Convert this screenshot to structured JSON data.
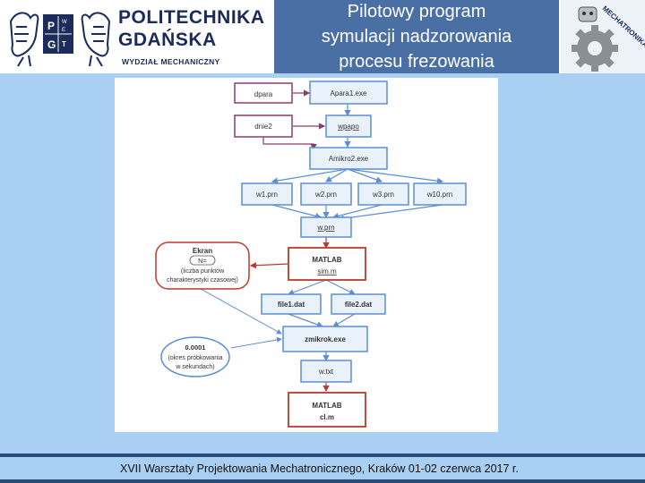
{
  "header": {
    "university_line1": "POLITECHNIKA",
    "university_line2": "GDAŃSKA",
    "department": "WYDZIAŁ MECHANICZNY",
    "logo_letters": [
      "P",
      "G",
      "W",
      "E",
      "T"
    ],
    "title_lines": [
      "Pilotowy program",
      "symulacji nadzorowania",
      "procesu frezowania"
    ],
    "mech_logo_text": "MECHATRONIKA"
  },
  "diagram": {
    "files": {
      "dpara": "dpara",
      "apara1": "Apara1.exe",
      "dnie2": "dnie2",
      "wpapo": "wpapo",
      "amikro2": "Amikro2.exe",
      "w1": "w1.prn",
      "w2": "w2.prn",
      "w3": "w3.prn",
      "w10": "w10.prn",
      "wprn": "w.prn",
      "matlab1_title": "MATLAB",
      "matlab1_file": "sim.m",
      "file1": "file1.dat",
      "file2": "file2.dat",
      "zmikrok": "zmikrok.exe",
      "wtxt": "w.txt",
      "matlab2_title": "MATLAB",
      "matlab2_file": "cl.m"
    },
    "ekran": {
      "title": "Ekran",
      "line1": "N=",
      "line2": "(liczba punktów",
      "line3": "charakterystyki czasowej)"
    },
    "sampling": {
      "value": "0.0001",
      "line1": "(okres próbkowania",
      "line2": "w sekundach)"
    }
  },
  "colors": {
    "background": "#a9cff3",
    "title_bg": "#4a6fa5",
    "box_blue_border": "#5b8ed6",
    "box_red_border": "#c0392b",
    "box_purple_border": "#8e3a6b",
    "blue_box_fill": "#e9f1fb"
  },
  "footer": {
    "text": "XVII Warsztaty Projektowania Mechatronicznego, Kraków 01-02 czerwca 2017 r."
  }
}
